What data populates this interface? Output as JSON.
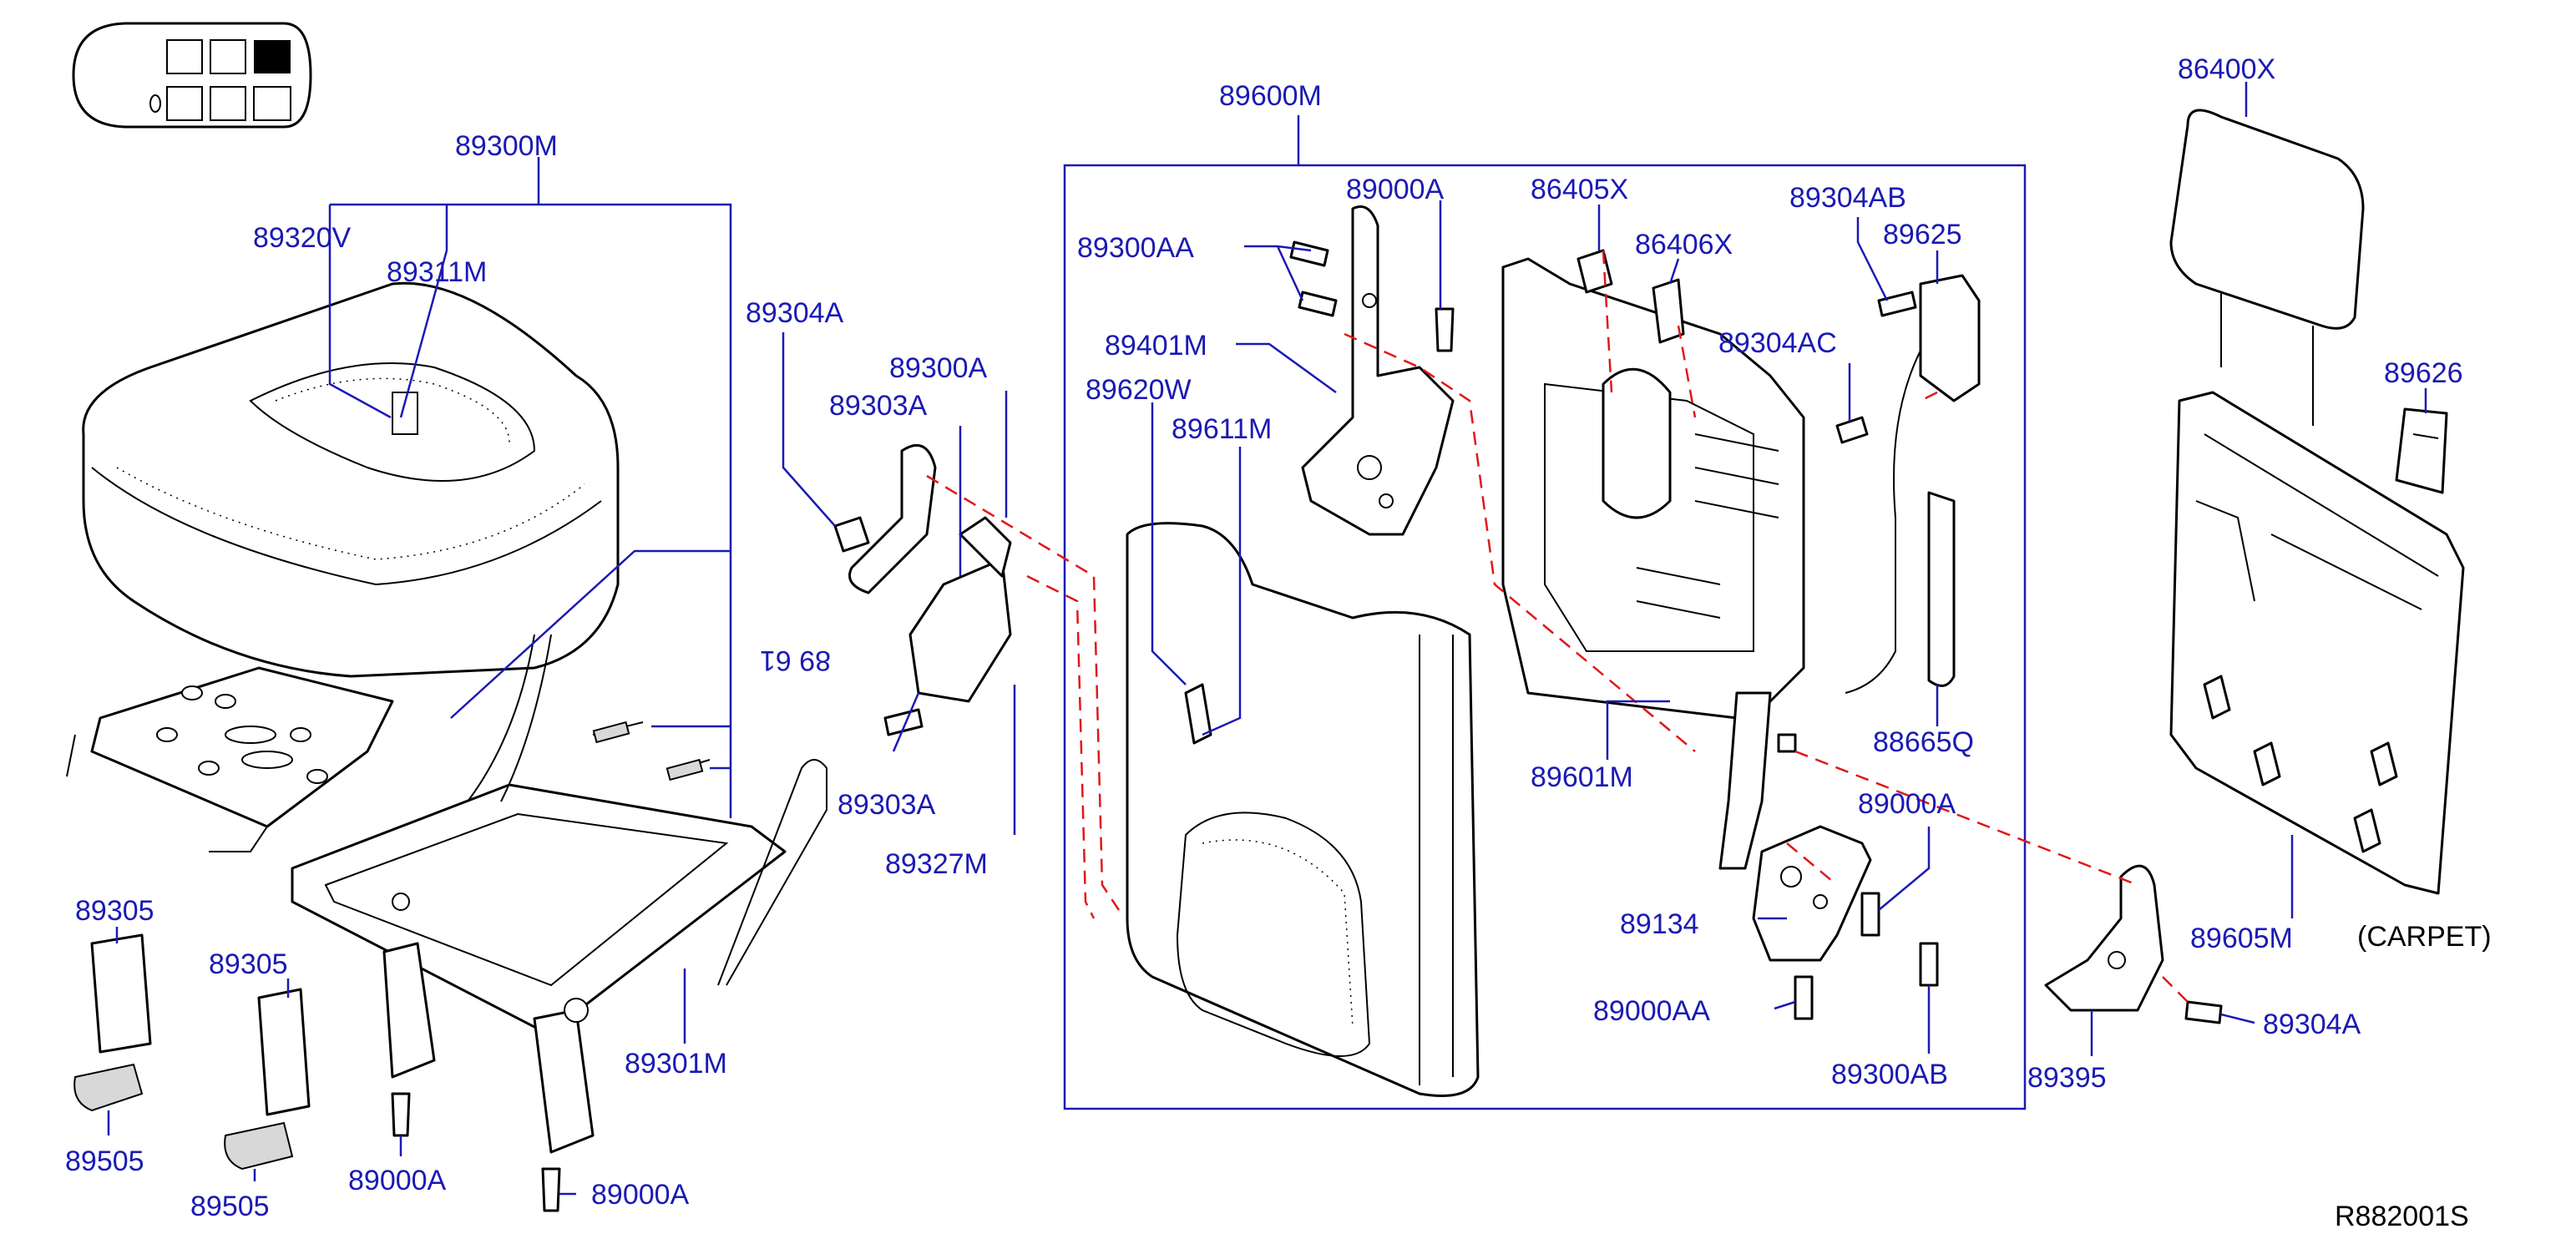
{
  "diagram": {
    "colors": {
      "label": "#1a1ab4",
      "leader_line": "#1a1ab4",
      "alignment_line": "#e01818",
      "outline": "#000000"
    },
    "labels": {
      "p89300M": "89300M",
      "p89320V": "89320V",
      "p89311M": "89311M",
      "p89304A_left": "89304A",
      "p89300A": "89300A",
      "p89303A_top": "89303A",
      "p89303A_bottom": "89303A",
      "p89327M": "89327M",
      "p89305_a": "89305",
      "p89305_b": "89305",
      "p89505_a": "89505",
      "p89505_b": "89505",
      "p89000A_a": "89000A",
      "p89000A_b": "89000A",
      "p89301M": "89301M",
      "p89600M": "89600M",
      "p89300AA": "89300AA",
      "p89000A_top": "89000A",
      "p89401M": "89401M",
      "p89620W": "89620W",
      "p89611M": "89611M",
      "p86405X": "86405X",
      "p86406X": "86406X",
      "p89304AB": "89304AB",
      "p89625": "89625",
      "p89304AC": "89304AC",
      "p88665Q": "88665Q",
      "p89601M": "89601M",
      "p89000A_right": "89000A",
      "p89134": "89134",
      "p89000AA": "89000AA",
      "p89300AB": "89300AB",
      "p86400X": "86400X",
      "p89626": "89626",
      "p89605M": "89605M",
      "p89395": "89395",
      "p89304A_right": "89304A",
      "carpet_note": "(CARPET)",
      "mirrored_note": "89 61",
      "diagram_code": "R882001S"
    }
  }
}
